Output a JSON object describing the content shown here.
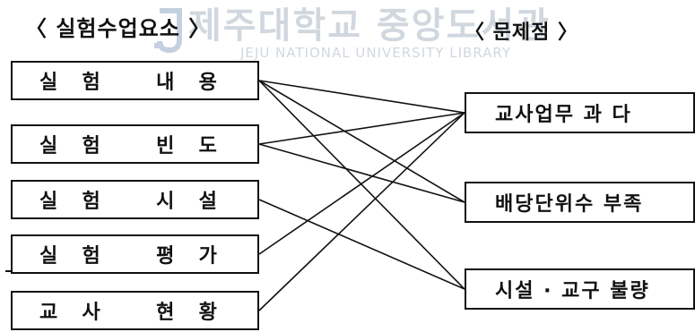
{
  "headings": {
    "left": "〈 실험수업요소 〉",
    "right": "〈 문제점 〉"
  },
  "watermark": {
    "text": "제주대학교 중앙도서관",
    "subtext": "JEJU NATIONAL UNIVERSITY LIBRARY"
  },
  "left_items": [
    "실  험     내  용",
    "실  험     빈  도",
    "실  험     시  설",
    "실  험     평  가",
    "교  사     현  황"
  ],
  "right_items": [
    "교사업무 과 다",
    "배당단위수 부족",
    "시설 · 교구 불량"
  ],
  "links": [
    [
      0,
      0
    ],
    [
      0,
      1
    ],
    [
      0,
      2
    ],
    [
      1,
      0
    ],
    [
      1,
      1
    ],
    [
      2,
      2
    ],
    [
      3,
      0
    ],
    [
      4,
      0
    ]
  ]
}
